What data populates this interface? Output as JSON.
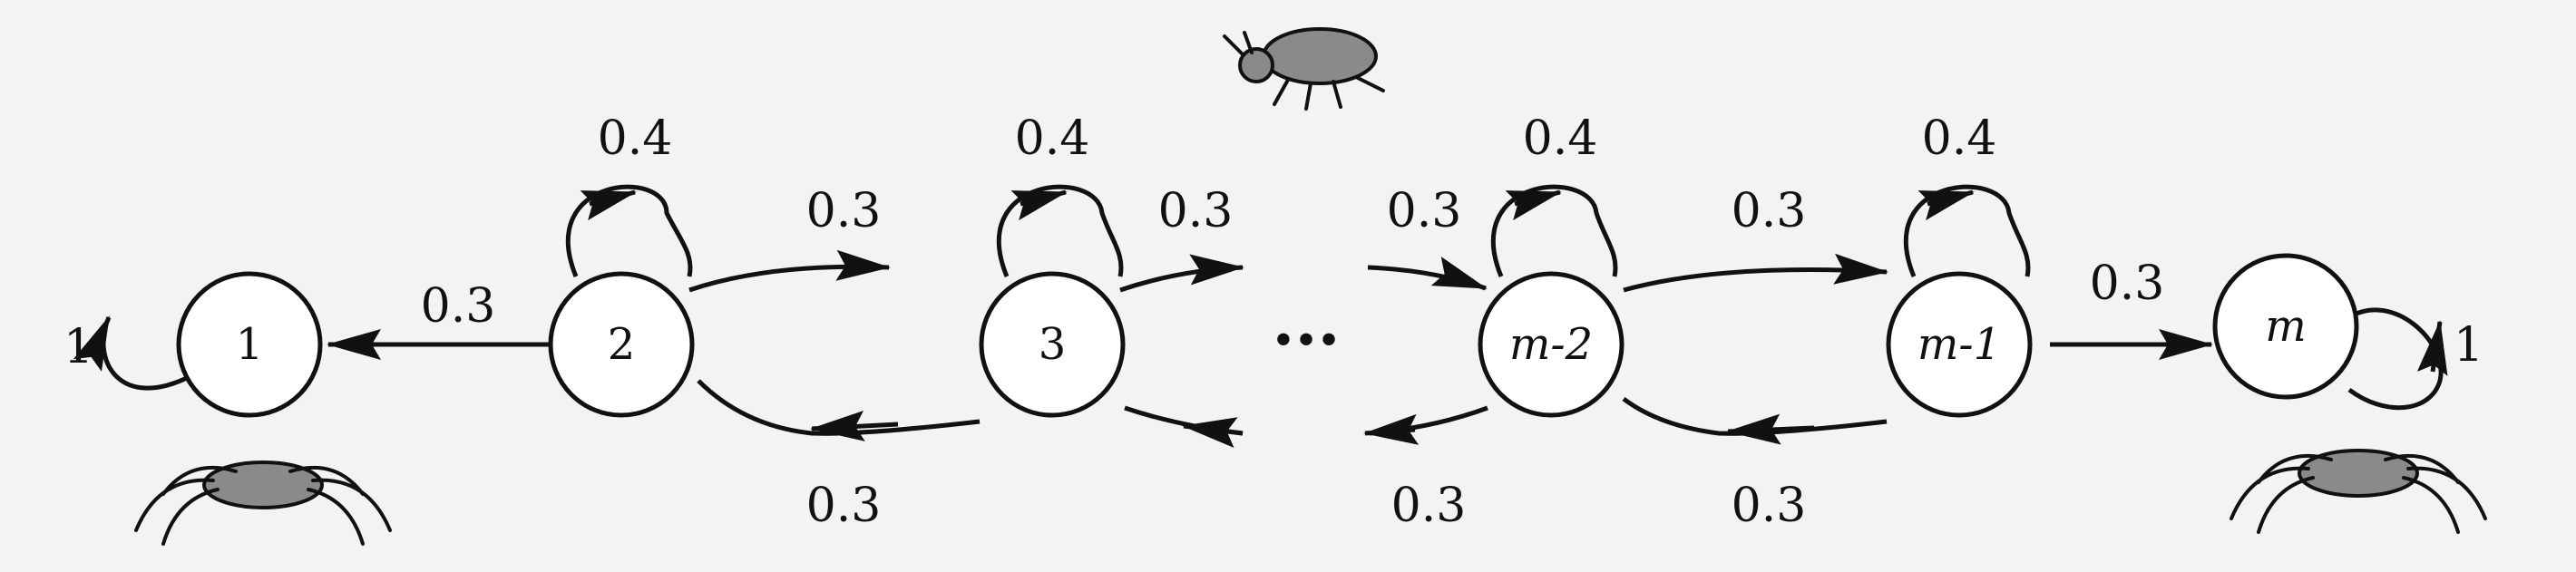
{
  "nodes": [
    {
      "id": "1",
      "label": "1"
    },
    {
      "id": "2",
      "label": "2"
    },
    {
      "id": "3",
      "label": "3"
    },
    {
      "id": "m-2",
      "label": "m-2"
    },
    {
      "id": "m-1",
      "label": "m-1"
    },
    {
      "id": "m",
      "label": "m"
    }
  ],
  "ellipsis": "...",
  "labels": {
    "self_1": "1",
    "self_2": "0.4",
    "self_3": "0.4",
    "self_m2": "0.4",
    "self_m1": "0.4",
    "self_m": "1",
    "e_2_1": "0.3",
    "e_2_3": "0.3",
    "e_3_2": "0.3",
    "e_3_out": "0.3",
    "e_in_m2": "0.3",
    "e_m2_m1": "0.3",
    "e_m1_m2": "0.3",
    "e_m2_out": "0.3",
    "e_m1_m": "0.3"
  },
  "icons": [
    "fly-icon",
    "spider-icon-left",
    "spider-icon-right"
  ]
}
